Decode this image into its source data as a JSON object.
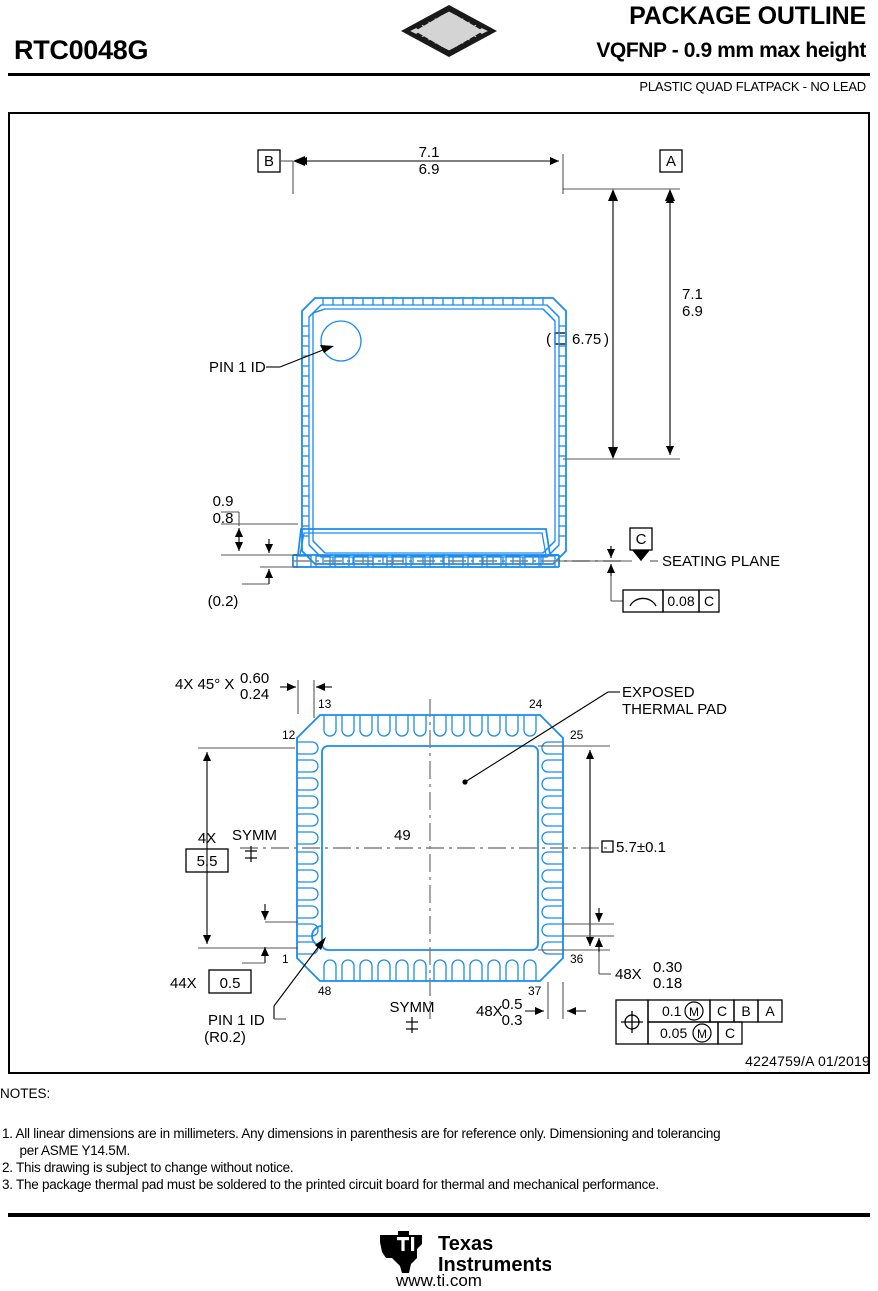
{
  "header": {
    "package_code": "RTC0048G",
    "title": "PACKAGE OUTLINE",
    "subtitle": "VQFNP - 0.9 mm max height",
    "description": "PLASTIC QUAD FLATPACK - NO LEAD",
    "icon": "qfn-package-isometric-icon"
  },
  "top_view": {
    "datum_b": "B",
    "datum_a": "A",
    "width_max": "7.1",
    "width_min": "6.9",
    "height_max": "7.1",
    "height_min": "6.9",
    "body_ref": "6.75",
    "body_ref_symbol": "□",
    "pin1_label": "PIN 1 ID"
  },
  "side_view": {
    "height_max": "0.9",
    "height_min": "0.8",
    "standoff": "(0.2)",
    "datum_c": "C",
    "seating_plane_label": "SEATING PLANE",
    "flatness_value": "0.08",
    "flatness_datum": "C",
    "flatness_symbol": "coplanarity-icon"
  },
  "bottom_view": {
    "chamfer_note": "4X 45° X",
    "chamfer_max": "0.60",
    "chamfer_min": "0.24",
    "thermal_pad_label_line1": "EXPOSED",
    "thermal_pad_label_line2": "THERMAL PAD",
    "thermal_pad_dim": "5.7±0.1",
    "thermal_pad_symbol": "□",
    "thermal_pad_pin": "49",
    "symm_label": "SYMM",
    "symm_symbol": "centerline-icon",
    "span_count": "4X",
    "span_value": "5.5",
    "pitch_count": "44X",
    "pitch_value": "0.5",
    "lead_length_count": "48X",
    "lead_length_max": "0.5",
    "lead_length_min": "0.3",
    "lead_width_count": "48X",
    "lead_width_max": "0.30",
    "lead_width_min": "0.18",
    "pin1_label": "PIN 1 ID",
    "pin1_radius": "(R0.2)",
    "pin_numbers": {
      "p1": "1",
      "p12": "12",
      "p13": "13",
      "p24": "24",
      "p25": "25",
      "p36": "36",
      "p37": "37",
      "p48": "48"
    },
    "fcf": {
      "symbol": "true-position-icon",
      "row1_tol": "0.1",
      "row1_mod": "M",
      "row1_datums": [
        "C",
        "B",
        "A"
      ],
      "row2_tol": "0.05",
      "row2_mod": "M",
      "row2_datums": [
        "C"
      ]
    }
  },
  "drawing_number": "4224759/A   01/2019",
  "notes": {
    "heading": "NOTES:",
    "items": [
      "1. All linear dimensions are in millimeters. Any dimensions in parenthesis are for reference only. Dimensioning and tolerancing",
      "     per ASME Y14.5M.",
      "2. This drawing is subject to change without notice.",
      "3. The package thermal pad must be soldered to the printed circuit board for thermal and mechanical performance."
    ]
  },
  "footer": {
    "company_line1": "Texas",
    "company_line2": "Instruments",
    "url": "www.ti.com",
    "logo": "texas-instruments-logo"
  },
  "colors": {
    "package_outline": "#1a8cf0",
    "dimension_line": "#000000",
    "centerline": "#808080",
    "background": "#ffffff"
  }
}
